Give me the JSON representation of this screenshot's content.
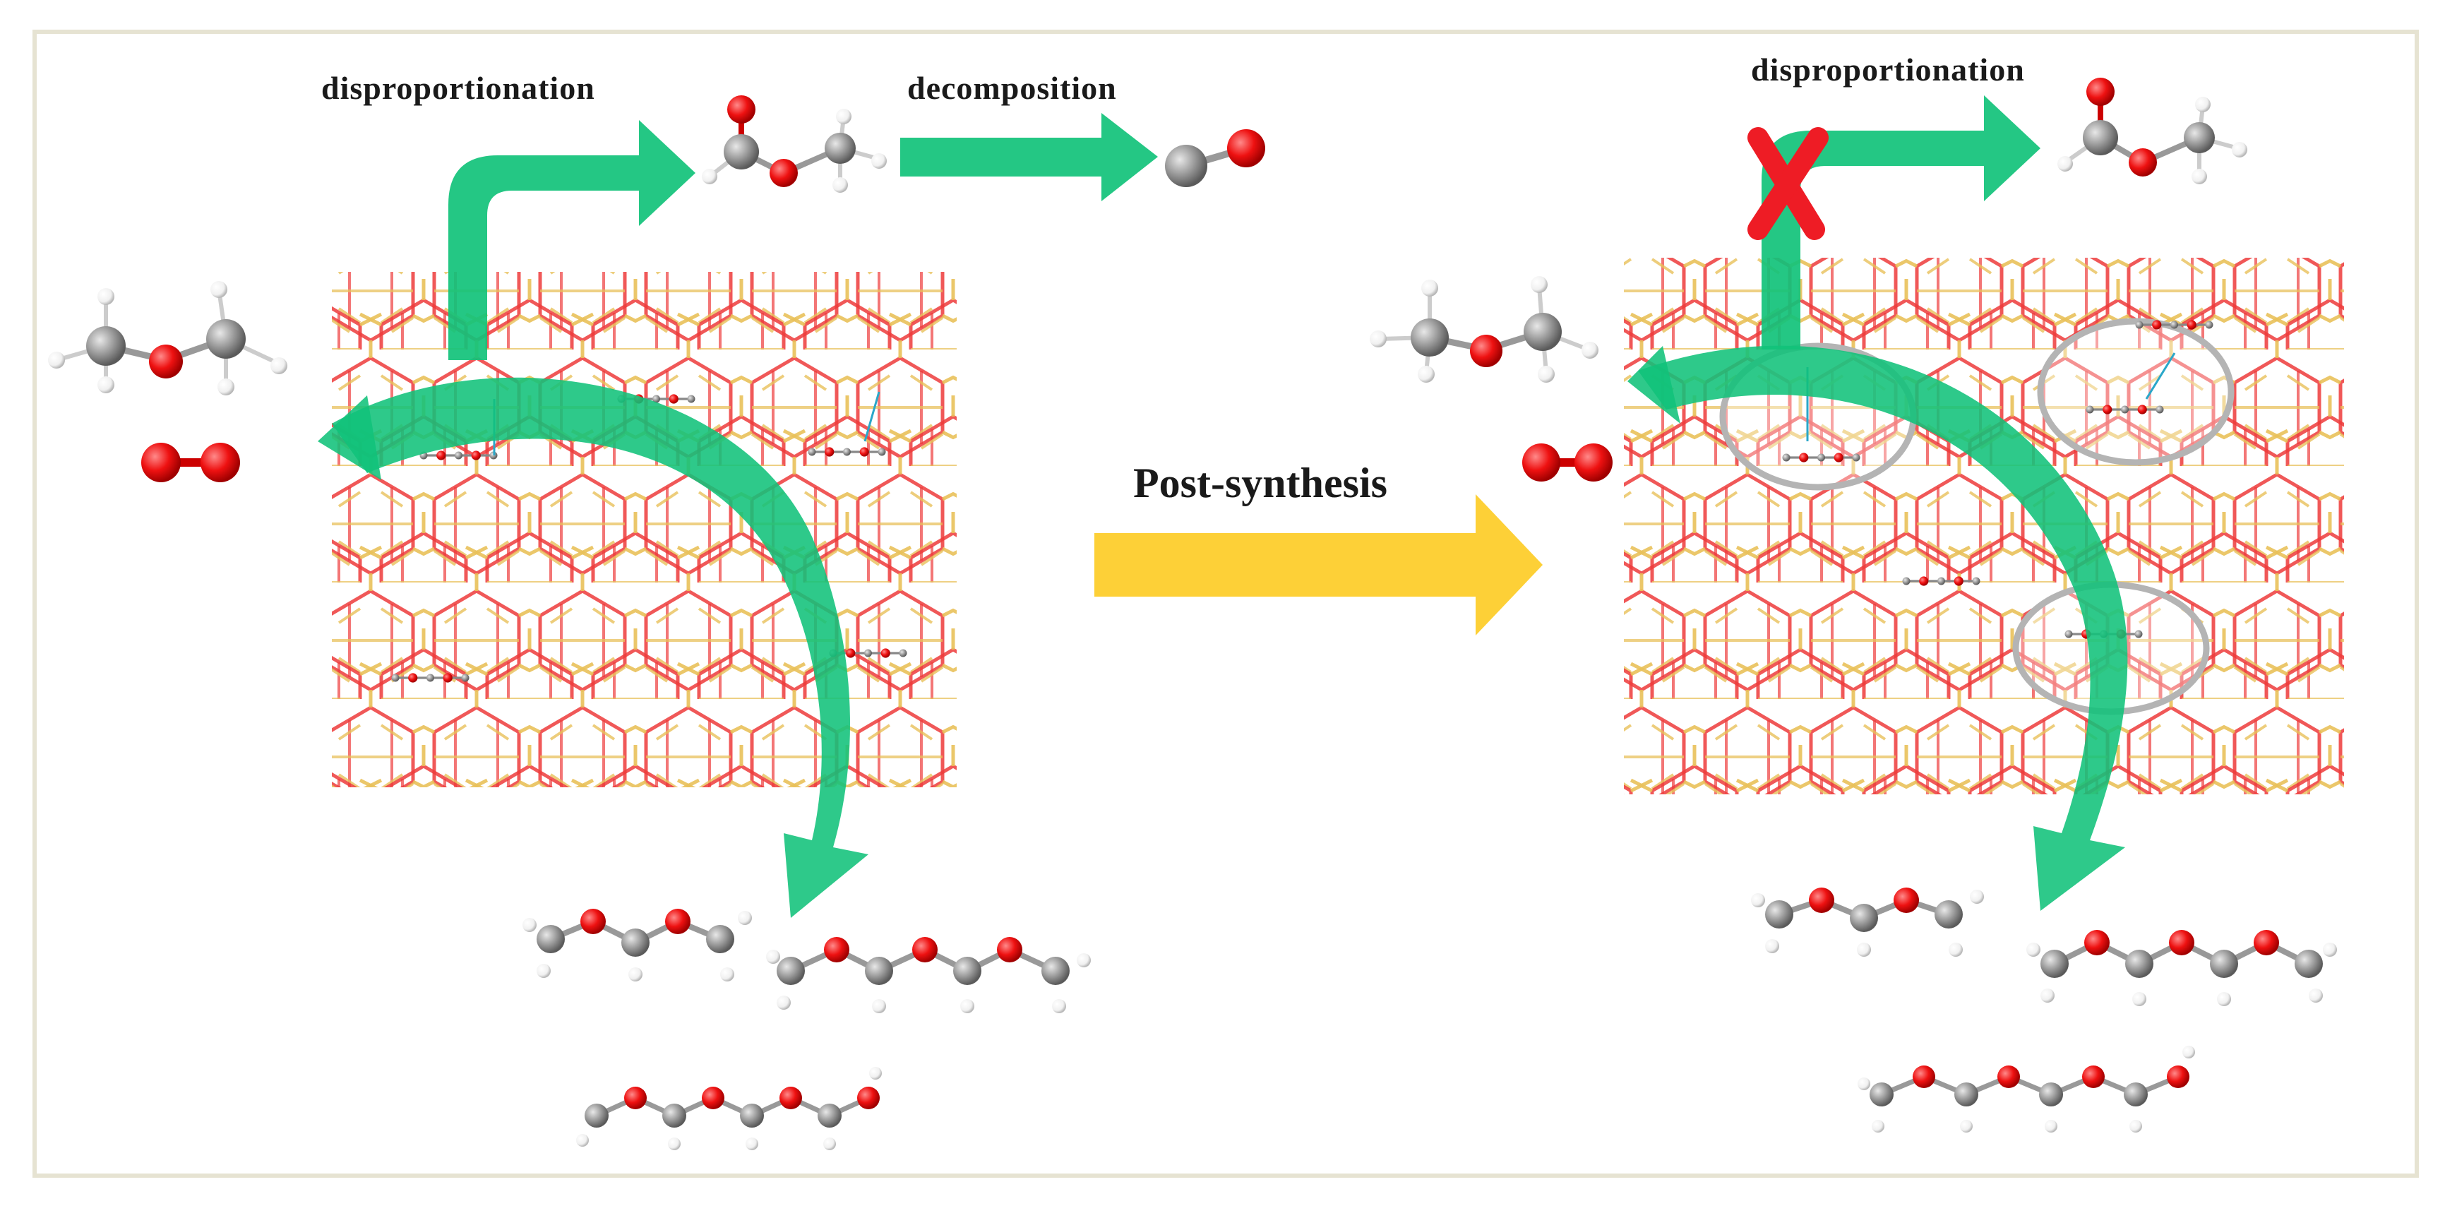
{
  "labels": {
    "disproportionation_left": "disproportionation",
    "decomposition": "decomposition",
    "disproportionation_right": "disproportionation",
    "post_synthesis": "Post-synthesis"
  },
  "colors": {
    "arrow_green": "#11c27a",
    "arrow_yellow": "#fdd037",
    "framework_red": "#ee3b3b",
    "framework_yellow": "#e9c15a",
    "oxygen": "#ee1111",
    "carbon": "#9a9a9a",
    "hydrogen": "#f2f2f2",
    "blocked_x": "#ee1c25",
    "pore_ring": "#b4b4b4"
  },
  "molecules": {
    "reactants": [
      "dimethyl-ether",
      "oxygen"
    ],
    "intermediates": [
      "methyl-formate",
      "carbon-monoxide"
    ],
    "products": [
      "DMM1",
      "DMM2",
      "DMM3"
    ]
  }
}
